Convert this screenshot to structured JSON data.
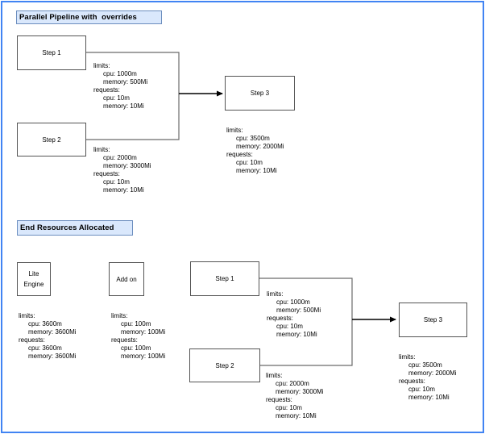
{
  "colors": {
    "outer_border": "#4184f3",
    "title_fill": "#dae8fc",
    "title_stroke": "#6c8ebf",
    "node_stroke": "#545454",
    "connector": "#6b6b6b",
    "arrow": "#000000",
    "text": "#000000"
  },
  "top_section": {
    "title": "Parallel Pipeline with  overrides",
    "steps": [
      {
        "label": "Step 1",
        "resources": [
          "limits:",
          "cpu: 1000m",
          "memory: 500Mi",
          "requests:",
          "cpu: 10m",
          "memory: 10Mi"
        ]
      },
      {
        "label": "Step 2",
        "resources": [
          "limits:",
          "cpu: 2000m",
          "memory: 3000Mi",
          "requests:",
          "cpu: 10m",
          "memory: 10Mi"
        ]
      },
      {
        "label": "Step 3",
        "resources": [
          "limits:",
          "cpu: 3500m",
          "memory: 2000Mi",
          "requests:",
          "cpu: 10m",
          "memory: 10Mi"
        ]
      }
    ]
  },
  "bottom_section": {
    "title": "End Resources Allocated",
    "nodes": [
      {
        "label": "Lite Engine",
        "resources": [
          "limits:",
          "cpu: 3600m",
          "memory: 3600Mi",
          "requests:",
          "cpu: 3600m",
          "memory: 3600Mi"
        ]
      },
      {
        "label": "Add on",
        "resources": [
          "limits:",
          "cpu: 100m",
          "memory: 100Mi",
          "requests:",
          "cpu: 100m",
          "memory: 100Mi"
        ]
      },
      {
        "label": "Step 1",
        "resources": [
          "limits:",
          "cpu: 1000m",
          "memory: 500Mi",
          "requests:",
          "cpu: 10m",
          "memory: 10Mi"
        ]
      },
      {
        "label": "Step 2",
        "resources": [
          "limits:",
          "cpu: 2000m",
          "memory: 3000Mi",
          "requests:",
          "cpu: 10m",
          "memory: 10Mi"
        ]
      },
      {
        "label": "Step 3",
        "resources": [
          "limits:",
          "cpu: 3500m",
          "memory: 2000Mi",
          "requests:",
          "cpu: 10m",
          "memory: 10Mi"
        ]
      }
    ]
  }
}
